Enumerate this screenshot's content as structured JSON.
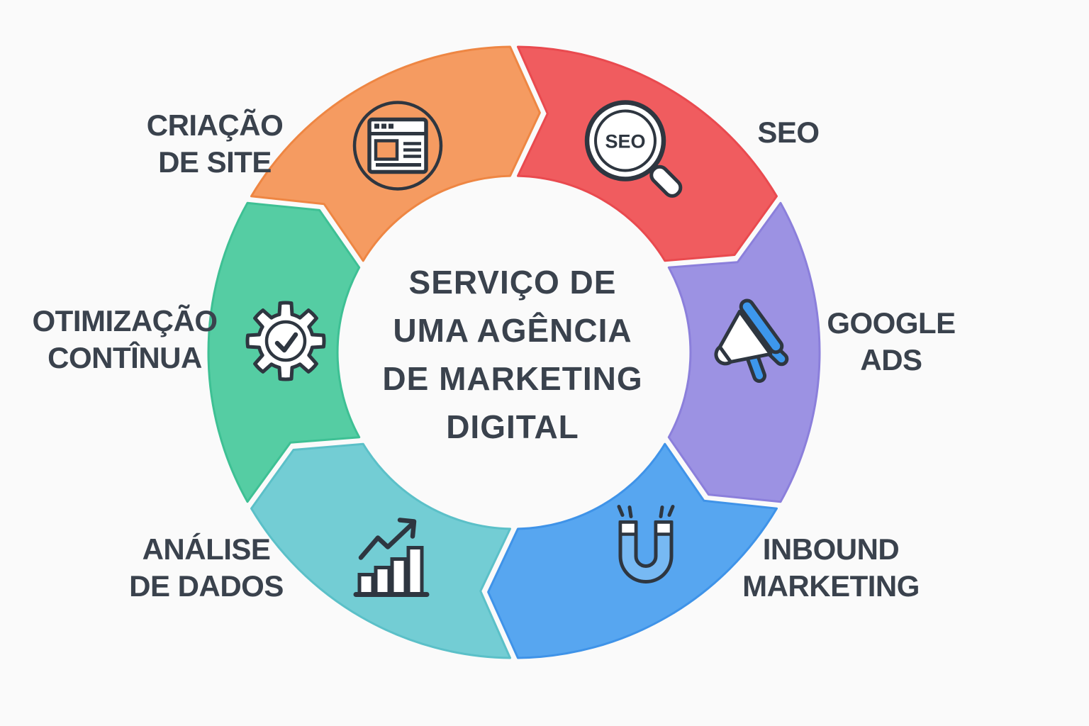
{
  "background": "#FAFAFA",
  "title": {
    "lines": [
      "SERVIÇO DE",
      "UMA AGÊNCIA",
      "DE MARKETING",
      "DIGITAL"
    ],
    "color": "#3A424D"
  },
  "label_color": "#3A424D",
  "icon_stroke": "#2E3640",
  "icon_colors": {
    "megaphone_blue": "#3D97EC",
    "magnet_blue": "#77B9F3",
    "white": "#FFFFFF"
  },
  "flow_direction": "clockwise",
  "segments": [
    {
      "id": "criacao-de-site",
      "label_lines": [
        "CRIAÇÃO",
        "DE SITE"
      ],
      "fill": "#F59B61",
      "border": "#EE8643",
      "icon": "website-icon",
      "start": 150,
      "end": 90
    },
    {
      "id": "seo",
      "label_lines": [
        "SEO"
      ],
      "fill": "#F05C5F",
      "border": "#E94A4F",
      "icon": "seo-magnifier-icon",
      "icon_text": "SEO",
      "start": 90,
      "end": 30
    },
    {
      "id": "google-ads",
      "label_lines": [
        "GOOGLE",
        "ADS"
      ],
      "fill": "#9C92E3",
      "border": "#8B7FDB",
      "icon": "megaphone-icon",
      "start": 30,
      "end": -30
    },
    {
      "id": "inbound-marketing",
      "label_lines": [
        "INBOUND",
        "MARKETING"
      ],
      "fill": "#57A6F0",
      "border": "#3F93E8",
      "icon": "magnet-icon",
      "start": -30,
      "end": -90
    },
    {
      "id": "analise-de-dados",
      "label_lines": [
        "ANÁLISE",
        "DE DADOS"
      ],
      "fill": "#73CDD4",
      "border": "#5BC0C8",
      "icon": "bar-chart-icon",
      "start": -90,
      "end": -150
    },
    {
      "id": "otimizacao-continua",
      "label_lines": [
        "OTIMIZAÇÃO",
        "CONTÎNUA"
      ],
      "fill": "#55CDA3",
      "border": "#3EC094",
      "icon": "gear-check-icon",
      "start": -150,
      "end": -210
    }
  ]
}
